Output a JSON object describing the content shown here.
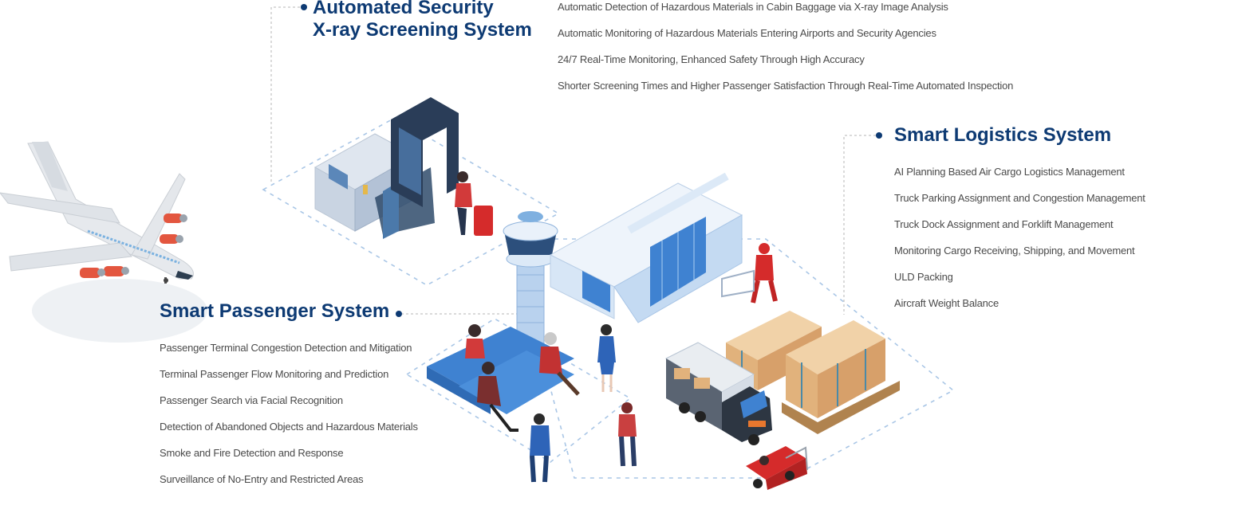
{
  "sections": {
    "security": {
      "title_line1": "Automated Security",
      "title_line2": "X-ray Screening System",
      "items": [
        "Automatic Detection of Hazardous Materials in Cabin Baggage via X-ray Image Analysis",
        "Automatic Monitoring of Hazardous Materials Entering Airports and Security Agencies",
        "24/7 Real-Time Monitoring, Enhanced Safety Through High Accuracy",
        "Shorter Screening Times and Higher Passenger Satisfaction Through Real-Time Automated Inspection"
      ]
    },
    "logistics": {
      "title": "Smart Logistics System",
      "items": [
        "AI Planning Based Air Cargo Logistics Management",
        "Truck Parking Assignment and Congestion Management",
        "Truck Dock Assignment and Forklift Management",
        "Monitoring Cargo Receiving, Shipping, and Movement",
        "ULD Packing",
        "Aircraft Weight Balance"
      ]
    },
    "passenger": {
      "title": "Smart Passenger System",
      "items": [
        "Passenger Terminal Congestion Detection and Mitigation",
        "Terminal Passenger Flow Monitoring and Prediction",
        "Passenger Search via Facial Recognition",
        "Detection of Abandoned Objects and Hazardous Materials",
        "Smoke and Fire Detection and Response",
        "Surveillance of No-Entry and Restricted Areas"
      ]
    }
  },
  "colors": {
    "title": "#0d3a73",
    "text": "#4a4a4a",
    "dash": "#a9c6e6",
    "accent_red": "#d52b2b",
    "building_blue": "#5d9be0"
  }
}
